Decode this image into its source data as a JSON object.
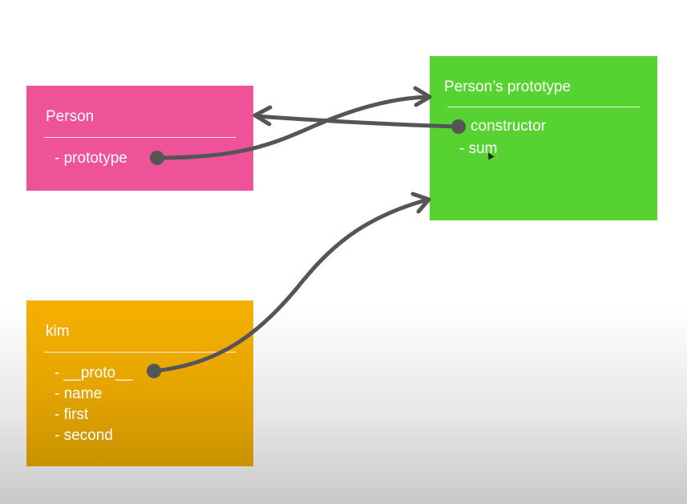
{
  "colors": {
    "person_box": "#ee539a",
    "prototype_box": "#56d331",
    "kim_box": "#f0aa00",
    "arrow": "#555555"
  },
  "person": {
    "title": "Person",
    "items": [
      "- prototype"
    ]
  },
  "prototype": {
    "title": "Person’s prototype",
    "items": [
      "constructor",
      "- sum"
    ]
  },
  "kim": {
    "title": "kim",
    "items": [
      "- __proto__",
      "- name",
      "- first",
      "- second"
    ]
  }
}
